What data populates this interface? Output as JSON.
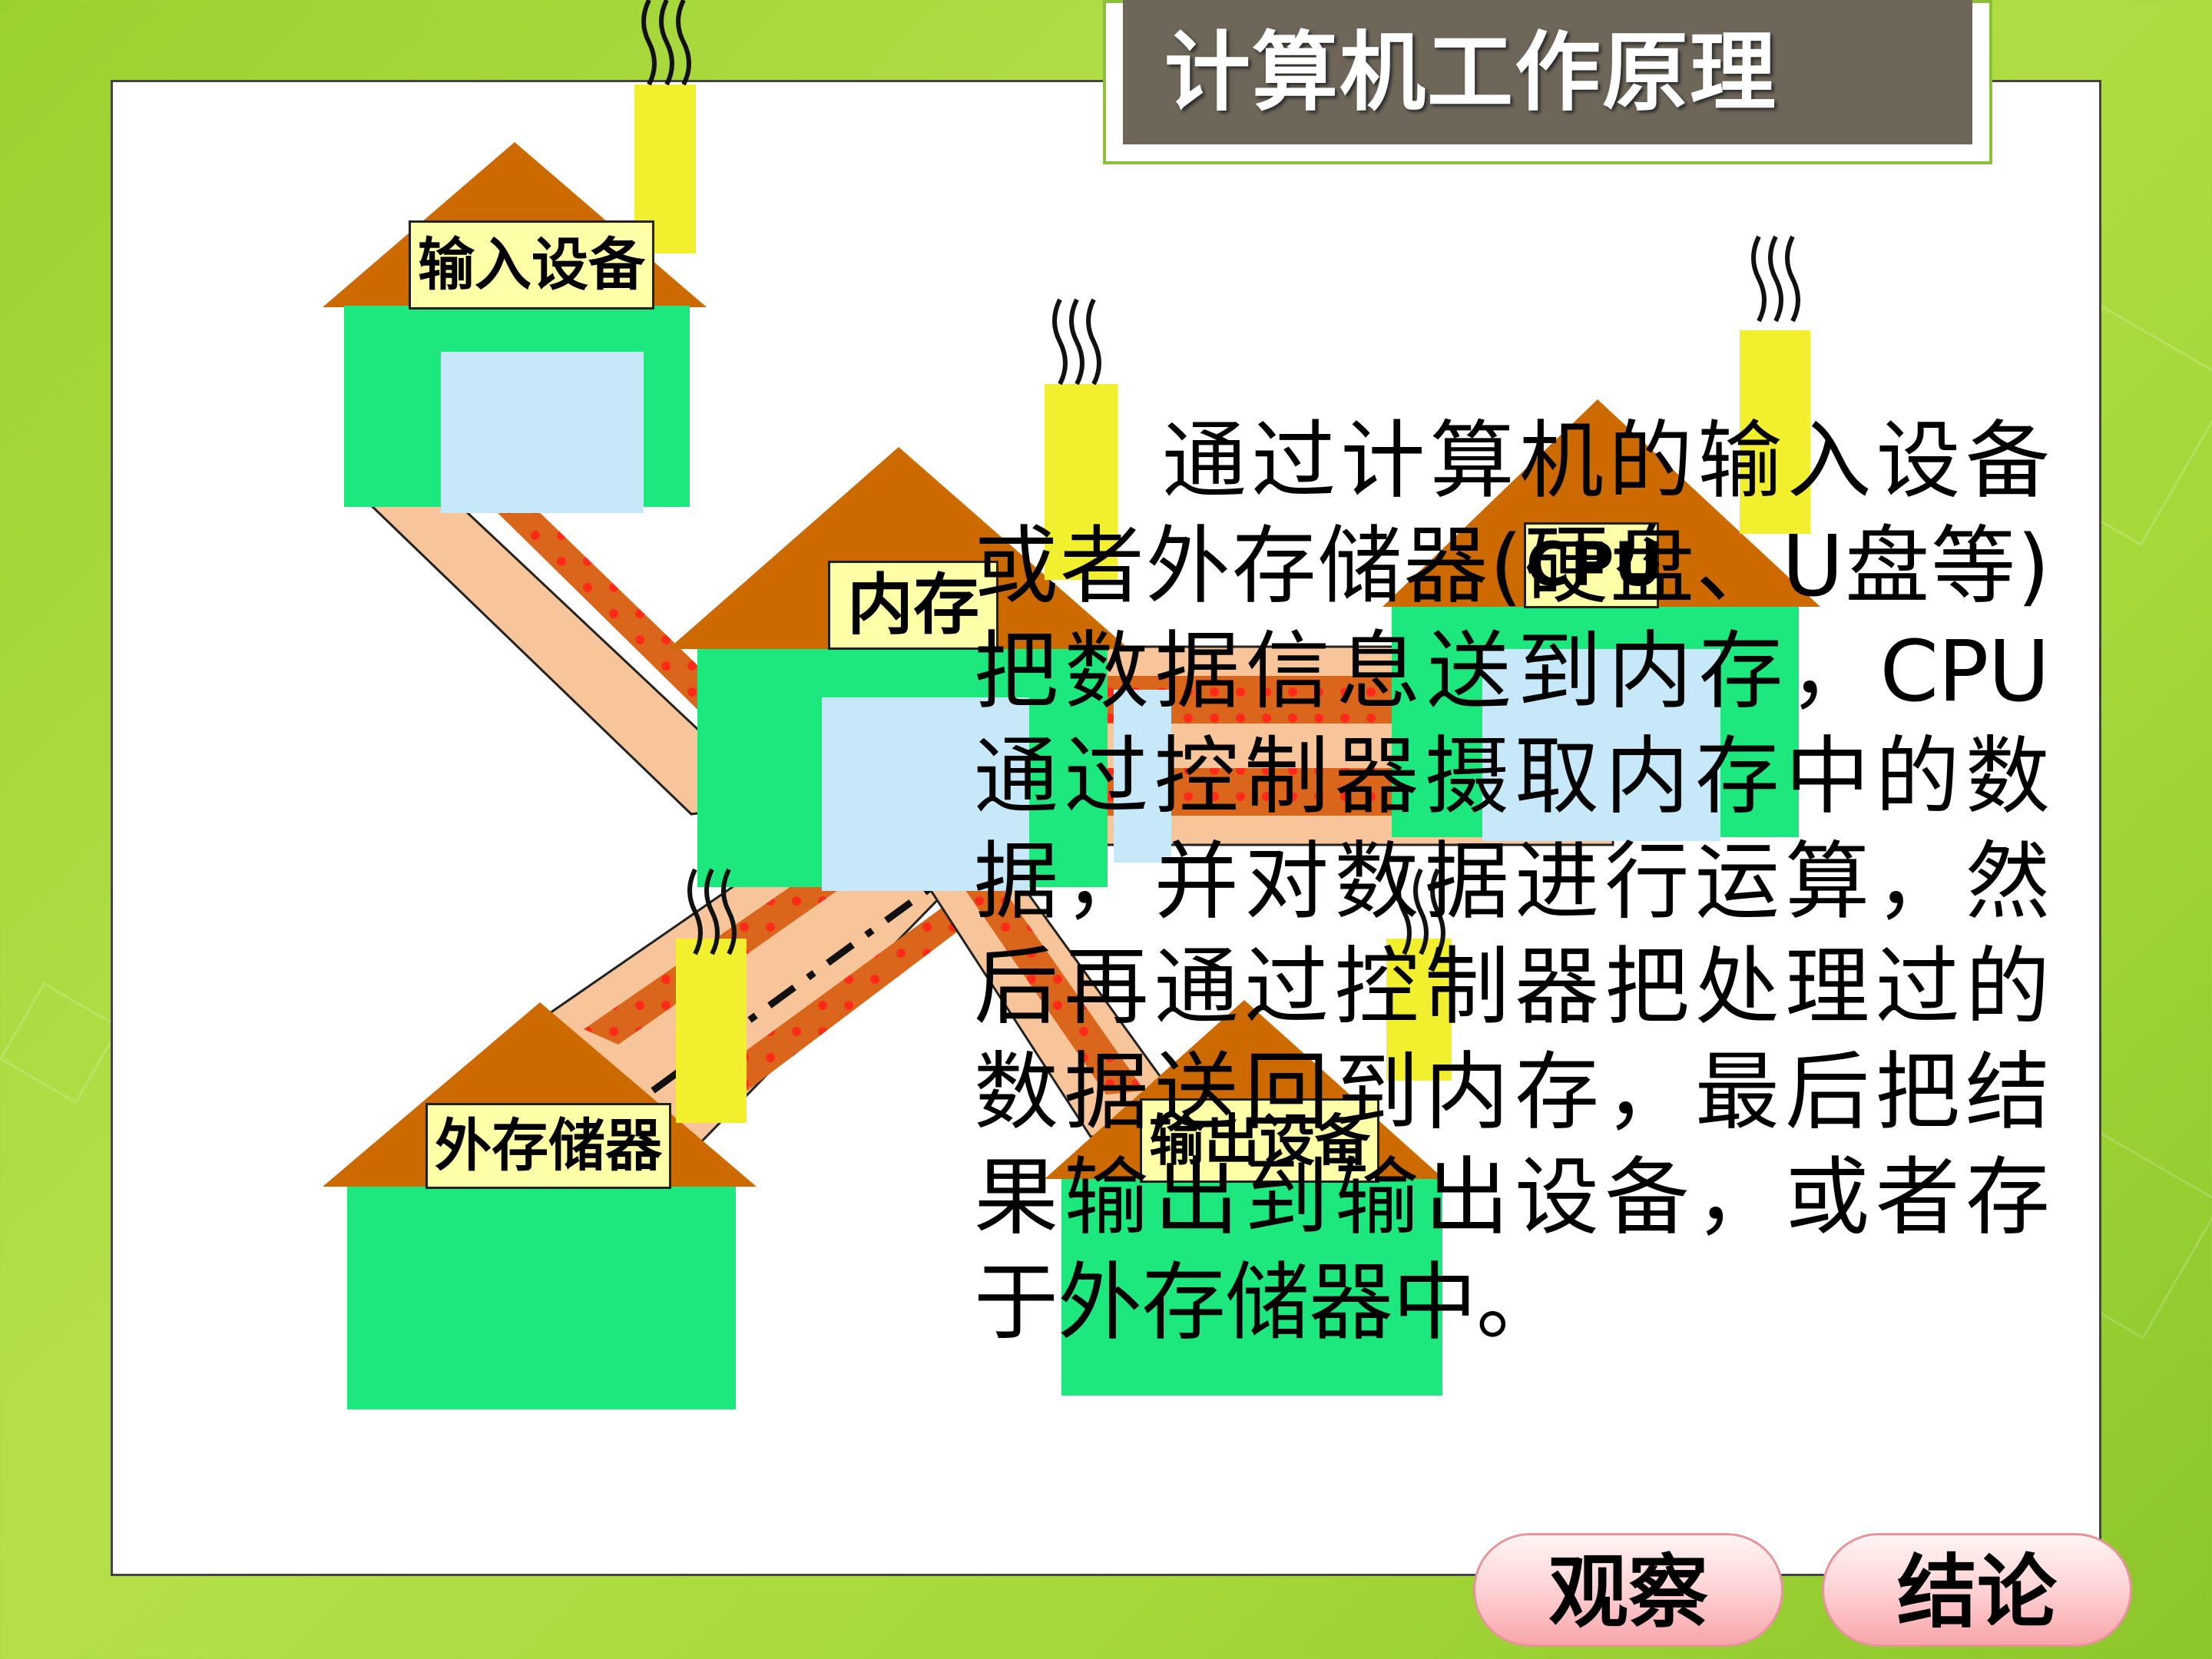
{
  "title": "计算机工作原理",
  "labels": {
    "input_device": "输入设备",
    "memory": "内存",
    "cpu": "CPU",
    "external_storage": "外存储器",
    "output_device": "输出设备"
  },
  "description": "通过计算机的输入设备或者外存储器(硬盘、U盘等)把数据信息送到内存，CPU通过控制器摄取内存中的数据，并对数据进行运算，然后再通过控制器把处理过的数据送回到内存，最后把结果输出到输出设备，或者存于外存储器中。",
  "buttons": {
    "observe": "观察",
    "conclusion": "结论"
  },
  "colors": {
    "roof": "#cc6a00",
    "house_body": "#1de87e",
    "window": "#c6e8f8",
    "chimney": "#f2ef2e",
    "road": "#f8c49a",
    "title_bg": "#6e6658"
  }
}
